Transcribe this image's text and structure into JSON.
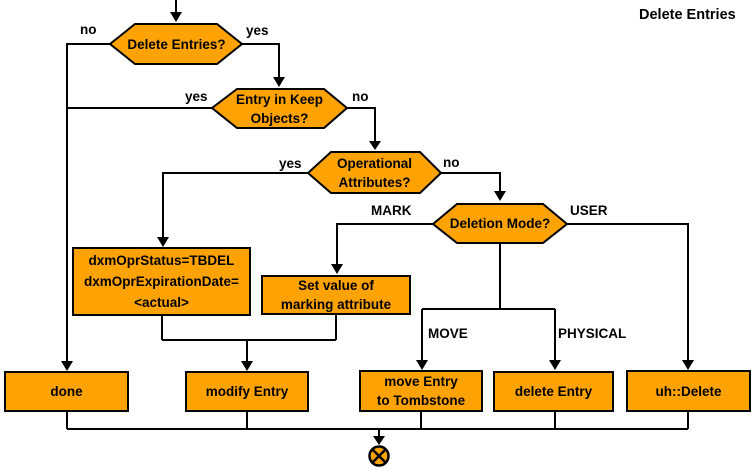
{
  "title": "Delete Entries",
  "colors": {
    "node_fill": "#FFA305",
    "node_border": "#000000",
    "line": "#000000",
    "background": "#FFFFFF"
  },
  "decisions": [
    {
      "id": "delete-entries",
      "label": "Delete Entries?"
    },
    {
      "id": "entry-in-keep-objects",
      "label": "Entry in Keep\nObjects?"
    },
    {
      "id": "operational-attributes",
      "label": "Operational\nAttributes?"
    },
    {
      "id": "deletion-mode",
      "label": "Deletion Mode?"
    }
  ],
  "processes": [
    {
      "id": "set-tbdel",
      "label": "dxmOprStatus=TBDEL\ndxmOprExpirationDate=\n<actual>"
    },
    {
      "id": "set-marking",
      "label": "Set value of\nmarking attribute"
    },
    {
      "id": "done",
      "label": "done"
    },
    {
      "id": "modify-entry",
      "label": "modify Entry"
    },
    {
      "id": "move-entry",
      "label": "move Entry\nto Tombstone"
    },
    {
      "id": "delete-entry",
      "label": "delete Entry"
    },
    {
      "id": "uh-delete",
      "label": "uh::Delete"
    }
  ],
  "edge_labels": {
    "delete_no": "no",
    "delete_yes": "yes",
    "keep_yes": "yes",
    "keep_no": "no",
    "operational_yes": "yes",
    "operational_no": "no",
    "mode_mark": "MARK",
    "mode_user": "USER",
    "mode_move": "MOVE",
    "mode_physical": "PHYSICAL"
  }
}
